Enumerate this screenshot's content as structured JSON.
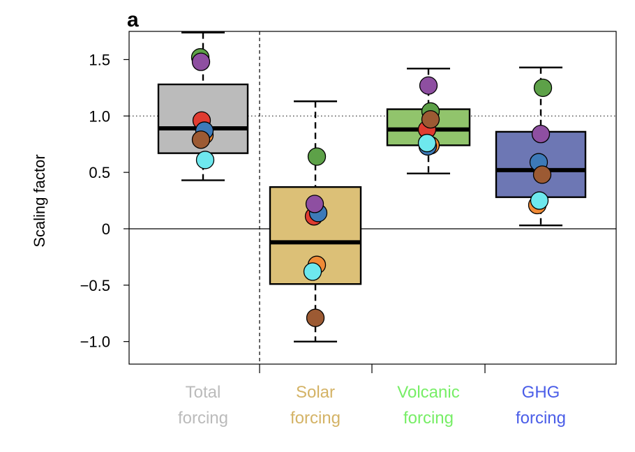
{
  "panel_label": "a",
  "chart_data": {
    "type": "box",
    "ylabel": "Scaling factor",
    "ylim": [
      -1.2,
      1.75
    ],
    "yticks": [
      {
        "value": 1.5,
        "label": "1.5"
      },
      {
        "value": 1.0,
        "label": "1.0"
      },
      {
        "value": 0.5,
        "label": "0.5"
      },
      {
        "value": 0,
        "label": "0"
      },
      {
        "value": -0.5,
        "label": "−0.5"
      },
      {
        "value": -1.0,
        "label": "−1.0"
      }
    ],
    "reference_lines": [
      {
        "y": 1.0,
        "style": "dotted"
      },
      {
        "y": 0,
        "style": "solid"
      }
    ],
    "divider_after_category": 0,
    "categories": [
      {
        "label_lines": [
          "Total",
          "forcing"
        ],
        "label_color": "#bbbbbb",
        "box_color": "#bbbbbb",
        "whisker_low": 0.43,
        "q1": 0.67,
        "median": 0.89,
        "q3": 1.28,
        "whisker_high": 1.74,
        "points": [
          {
            "model": "orange",
            "value": 0.83
          },
          {
            "model": "red",
            "value": 0.96
          },
          {
            "model": "blue",
            "value": 0.87
          },
          {
            "model": "brown",
            "value": 0.79
          },
          {
            "model": "cyan",
            "value": 0.61
          },
          {
            "model": "green",
            "value": 1.52
          },
          {
            "model": "purple",
            "value": 1.48
          }
        ]
      },
      {
        "label_lines": [
          "Solar",
          "forcing"
        ],
        "label_color": "#d4b366",
        "box_color": "#dcc077",
        "whisker_low": -1.0,
        "q1": -0.49,
        "median": -0.12,
        "q3": 0.37,
        "whisker_high": 1.13,
        "points": [
          {
            "model": "green",
            "value": 0.64
          },
          {
            "model": "red",
            "value": 0.11
          },
          {
            "model": "blue",
            "value": 0.14
          },
          {
            "model": "purple",
            "value": 0.22
          },
          {
            "model": "orange",
            "value": -0.32
          },
          {
            "model": "cyan",
            "value": -0.38
          },
          {
            "model": "brown",
            "value": -0.79
          }
        ]
      },
      {
        "label_lines": [
          "Volcanic",
          "forcing"
        ],
        "label_color": "#77ee66",
        "box_color": "#91c46c",
        "whisker_low": 0.49,
        "q1": 0.74,
        "median": 0.88,
        "q3": 1.06,
        "whisker_high": 1.42,
        "points": [
          {
            "model": "orange",
            "value": 0.74
          },
          {
            "model": "blue",
            "value": 0.73
          },
          {
            "model": "green",
            "value": 1.04
          },
          {
            "model": "red",
            "value": 0.88
          },
          {
            "model": "cyan",
            "value": 0.76
          },
          {
            "model": "brown",
            "value": 0.97
          },
          {
            "model": "purple",
            "value": 1.27
          }
        ]
      },
      {
        "label_lines": [
          "GHG",
          "forcing"
        ],
        "label_color": "#4a5de8",
        "box_color": "#6d77b4",
        "whisker_low": 0.03,
        "q1": 0.28,
        "median": 0.52,
        "q3": 0.86,
        "whisker_high": 1.43,
        "points": [
          {
            "model": "green",
            "value": 1.25
          },
          {
            "model": "purple",
            "value": 0.84
          },
          {
            "model": "blue",
            "value": 0.59
          },
          {
            "model": "brown",
            "value": 0.48
          },
          {
            "model": "orange",
            "value": 0.21
          },
          {
            "model": "cyan",
            "value": 0.25
          }
        ]
      }
    ],
    "model_colors": {
      "green": "#5da148",
      "purple": "#8e4fa1",
      "red": "#e03c31",
      "blue": "#3d7ab8",
      "orange": "#f08a36",
      "brown": "#9c5a33",
      "cyan": "#6ee8ee"
    }
  }
}
